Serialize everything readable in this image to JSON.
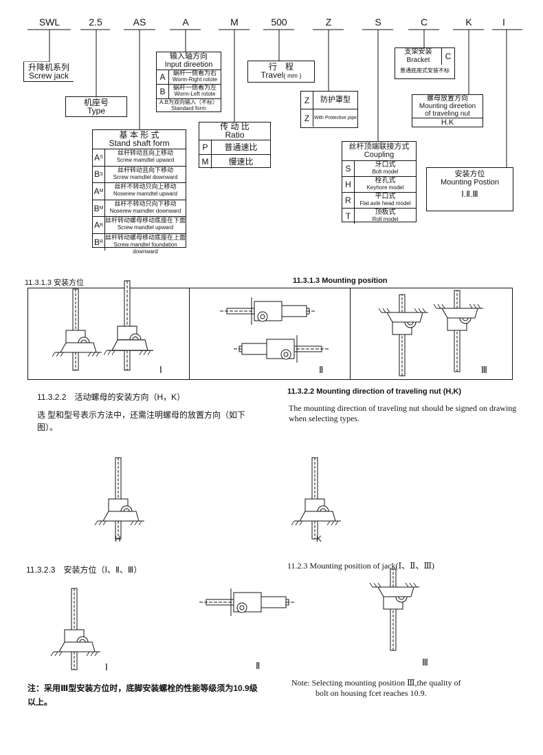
{
  "codes": [
    "SWL",
    "2.5",
    "AS",
    "A",
    "M",
    "500",
    "Z",
    "S",
    "C",
    "K",
    "I"
  ],
  "series_box": {
    "cn": "升降机系列",
    "en": "Screw jack"
  },
  "type_box": {
    "cn": "机座号",
    "en": "Type"
  },
  "input_box": {
    "title_cn": "输入轴方向",
    "title_en": "Input direetion",
    "rows": [
      {
        "k": "A",
        "cn": "蜗杆一侧看为右",
        "en": "Worm-Right rotote"
      },
      {
        "k": "B",
        "cn": "蜗杆一侧看为左",
        "en": "Worm-Left rotote"
      }
    ],
    "ab_cn": "A.B为双向输入（不标）",
    "ab_en": "Standard form"
  },
  "stand_box": {
    "title_cn": "基 本 形 式",
    "title_en": "Stand shaft form",
    "rows": [
      {
        "k": "A",
        "sub": "S",
        "cn": "丝杆转动且向上移动",
        "en": "Screw mamdtel upward"
      },
      {
        "k": "B",
        "sub": "S",
        "cn": "丝杆转动且向下移动",
        "en": "Screw mamdtel downward"
      },
      {
        "k": "A",
        "sub": "M",
        "cn": "丝杆不转动只向上移动",
        "en": "Noserew mamdtel upward"
      },
      {
        "k": "B",
        "sub": "M",
        "cn": "丝杆不转动只向下移动",
        "en": "Noserew mamdler downward"
      },
      {
        "k": "A",
        "sub": "R",
        "cn": "丝杆转动螺母移动底座在下面",
        "en": "Screw mandtel upward"
      },
      {
        "k": "B",
        "sub": "R",
        "cn": "丝杆转动螺母移动底座在上面",
        "en": "Screw mandtel foundation downward"
      }
    ]
  },
  "ratio_box": {
    "title_cn": "传 动 比",
    "title_en": "Ratio",
    "rows": [
      {
        "k": "P",
        "cn": "普通速比"
      },
      {
        "k": "M",
        "cn": "慢速比"
      }
    ]
  },
  "travel_box": {
    "cn": "行　程",
    "en": "Travel",
    "unit": "( mm )"
  },
  "protect_box": {
    "rows": [
      {
        "k": "Z",
        "cn": "防护罩型"
      },
      {
        "k": "Z",
        "en": "With Protective pipe"
      }
    ]
  },
  "coupling_box": {
    "title_cn": "丝杆顶端联接方式",
    "title_en": "Coupling",
    "rows": [
      {
        "k": "S",
        "cn": "牙口式",
        "en": "Bolt model"
      },
      {
        "k": "H",
        "cn": "栓孔式",
        "en": "Keyhore model"
      },
      {
        "k": "R",
        "cn": "平口式",
        "en": "Flat axle head model"
      },
      {
        "k": "T",
        "cn": "顶板式",
        "en": "Roll model"
      }
    ]
  },
  "bracket_box": {
    "cn": "支架安装",
    "en": "Bracket",
    "k": "C",
    "note": "普通底座式安装不标"
  },
  "nut_box": {
    "cn": "螺母放置方向",
    "en1": "Mounting direetion",
    "en2": "of traveling nut",
    "val": "H.K"
  },
  "mount_box": {
    "cn": "安装方位",
    "en": "Mounting Postion",
    "val": "Ⅰ.Ⅱ.Ⅲ"
  },
  "section_1": {
    "cn": "11.3.1.3 安装方位",
    "en": "11.3.1.3 Mounting position",
    "labels": [
      "Ⅰ",
      "Ⅱ",
      "Ⅲ"
    ]
  },
  "section_2": {
    "cn": "11.3.2.2　活动螺母的安装方向（H，K）",
    "en": "11.3.2.2 Mounting direction of traveling nut (H,K)",
    "desc_cn": "选 型和型号表示方法中，还需注明螺母的放置方向（如下图）。",
    "desc_en": "The mounting direction of traveling nut should be signed on drawing when selecting types.",
    "labels": [
      "H",
      "K"
    ]
  },
  "section_3": {
    "cn": "11.3.2.3　安装方位（Ⅰ、Ⅱ、Ⅲ）",
    "en": "11.2.3  Mounting position of jack(Ⅰ、Ⅱ、Ⅲ)",
    "labels": [
      "Ⅰ",
      "Ⅱ",
      "Ⅲ"
    ]
  },
  "note": {
    "cn": "注：采用Ⅲ型安装方位时，底脚安装螺栓的性能等级须为10.9级以上。",
    "en1": "Note: Selecting mounting position Ⅲ,the quality of",
    "en2": "bolt on housing fcet reaches 10.9."
  }
}
